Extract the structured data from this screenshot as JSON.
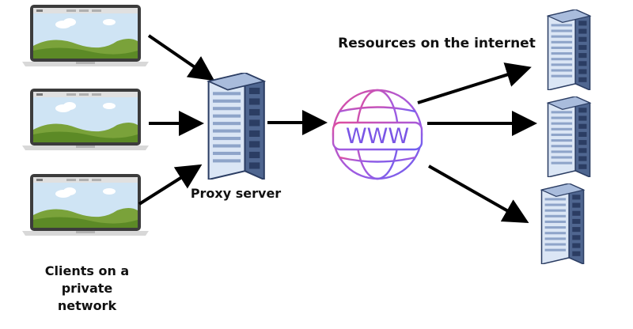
{
  "labels": {
    "resources": "Resources on the internet",
    "proxy": "Proxy server",
    "clients_line1": "Clients on a",
    "clients_line2": "private",
    "clients_line3": "network"
  },
  "globe": {
    "text": "WWW"
  },
  "icons": {
    "client": "laptop-icon",
    "proxy": "server-rack-icon",
    "internet": "globe-www-icon",
    "resource": "server-rack-icon"
  },
  "colors": {
    "arrow": "#000000",
    "laptop_body": "#3c3c3c",
    "laptop_screen_sky": "#cfe4f4",
    "laptop_hills": "#7aa23a",
    "server_front": "#dbe6f5",
    "server_side": "#4f6690",
    "globe_pink": "#e04d9c",
    "globe_blue": "#6d5ff0"
  }
}
